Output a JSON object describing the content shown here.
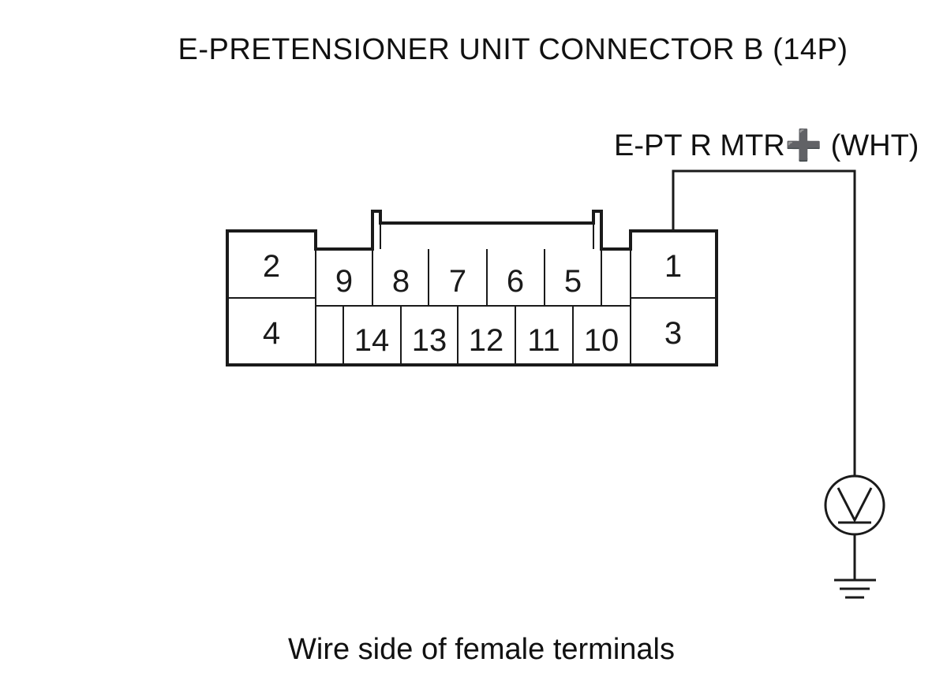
{
  "title": "E-PRETENSIONER UNIT CONNECTOR B (14P)",
  "wire_label": "E-PT R MTR➕ (WHT)",
  "caption": "Wire side of female terminals",
  "connector": {
    "terminals_top": [
      "9",
      "8",
      "7",
      "6",
      "5"
    ],
    "terminals_bottom": [
      "14",
      "13",
      "12",
      "11",
      "10"
    ],
    "left_top": "2",
    "left_bottom": "4",
    "right_top": "1",
    "right_bottom": "3"
  },
  "meter_symbol": "V",
  "icons": {
    "meter": "voltmeter-icon",
    "ground": "ground-icon"
  },
  "colors": {
    "line": "#1a1a1a",
    "background": "#ffffff"
  }
}
